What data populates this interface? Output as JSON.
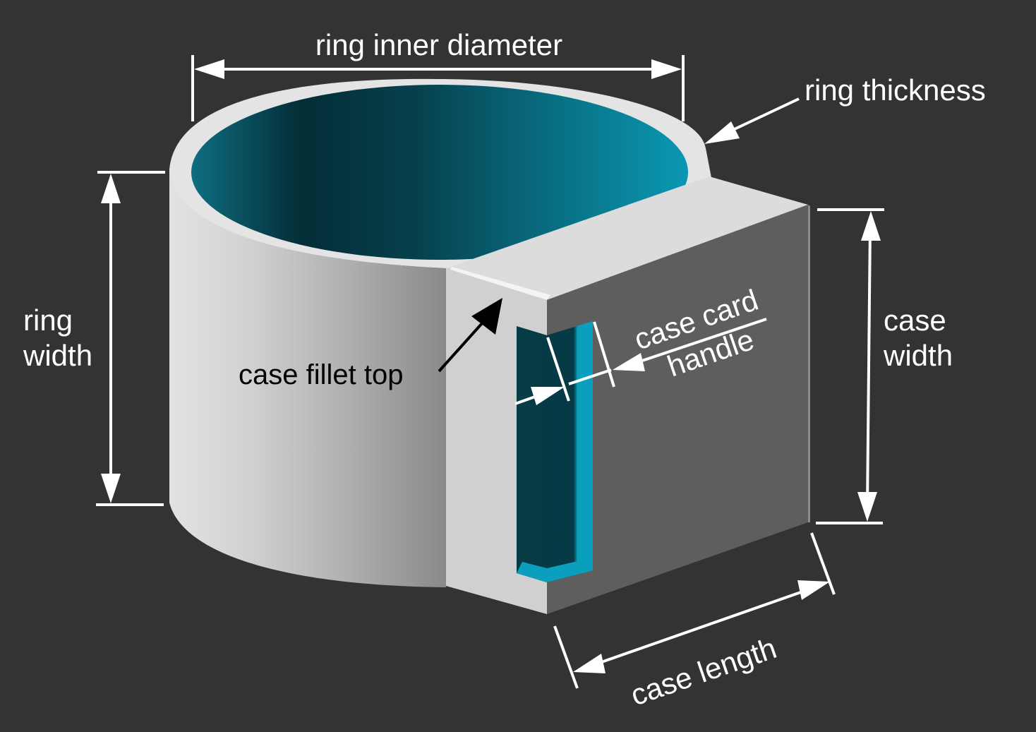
{
  "labels": {
    "ring_inner_diameter": "ring inner diameter",
    "ring_thickness": "ring thickness",
    "ring_width_line1": "ring",
    "ring_width_line2": "width",
    "case_width_line1": "case",
    "case_width_line2": "width",
    "case_card_handle_line1": "case card",
    "case_card_handle_line2": "handle",
    "case_fillet_top": "case fillet top",
    "case_length": "case length"
  },
  "colors": {
    "background": "#333333",
    "annotation": "#ffffff",
    "inner_surface": "#0a8fa8",
    "ring_body": "#d4d4d4",
    "case_side": "#5e5e5e"
  }
}
